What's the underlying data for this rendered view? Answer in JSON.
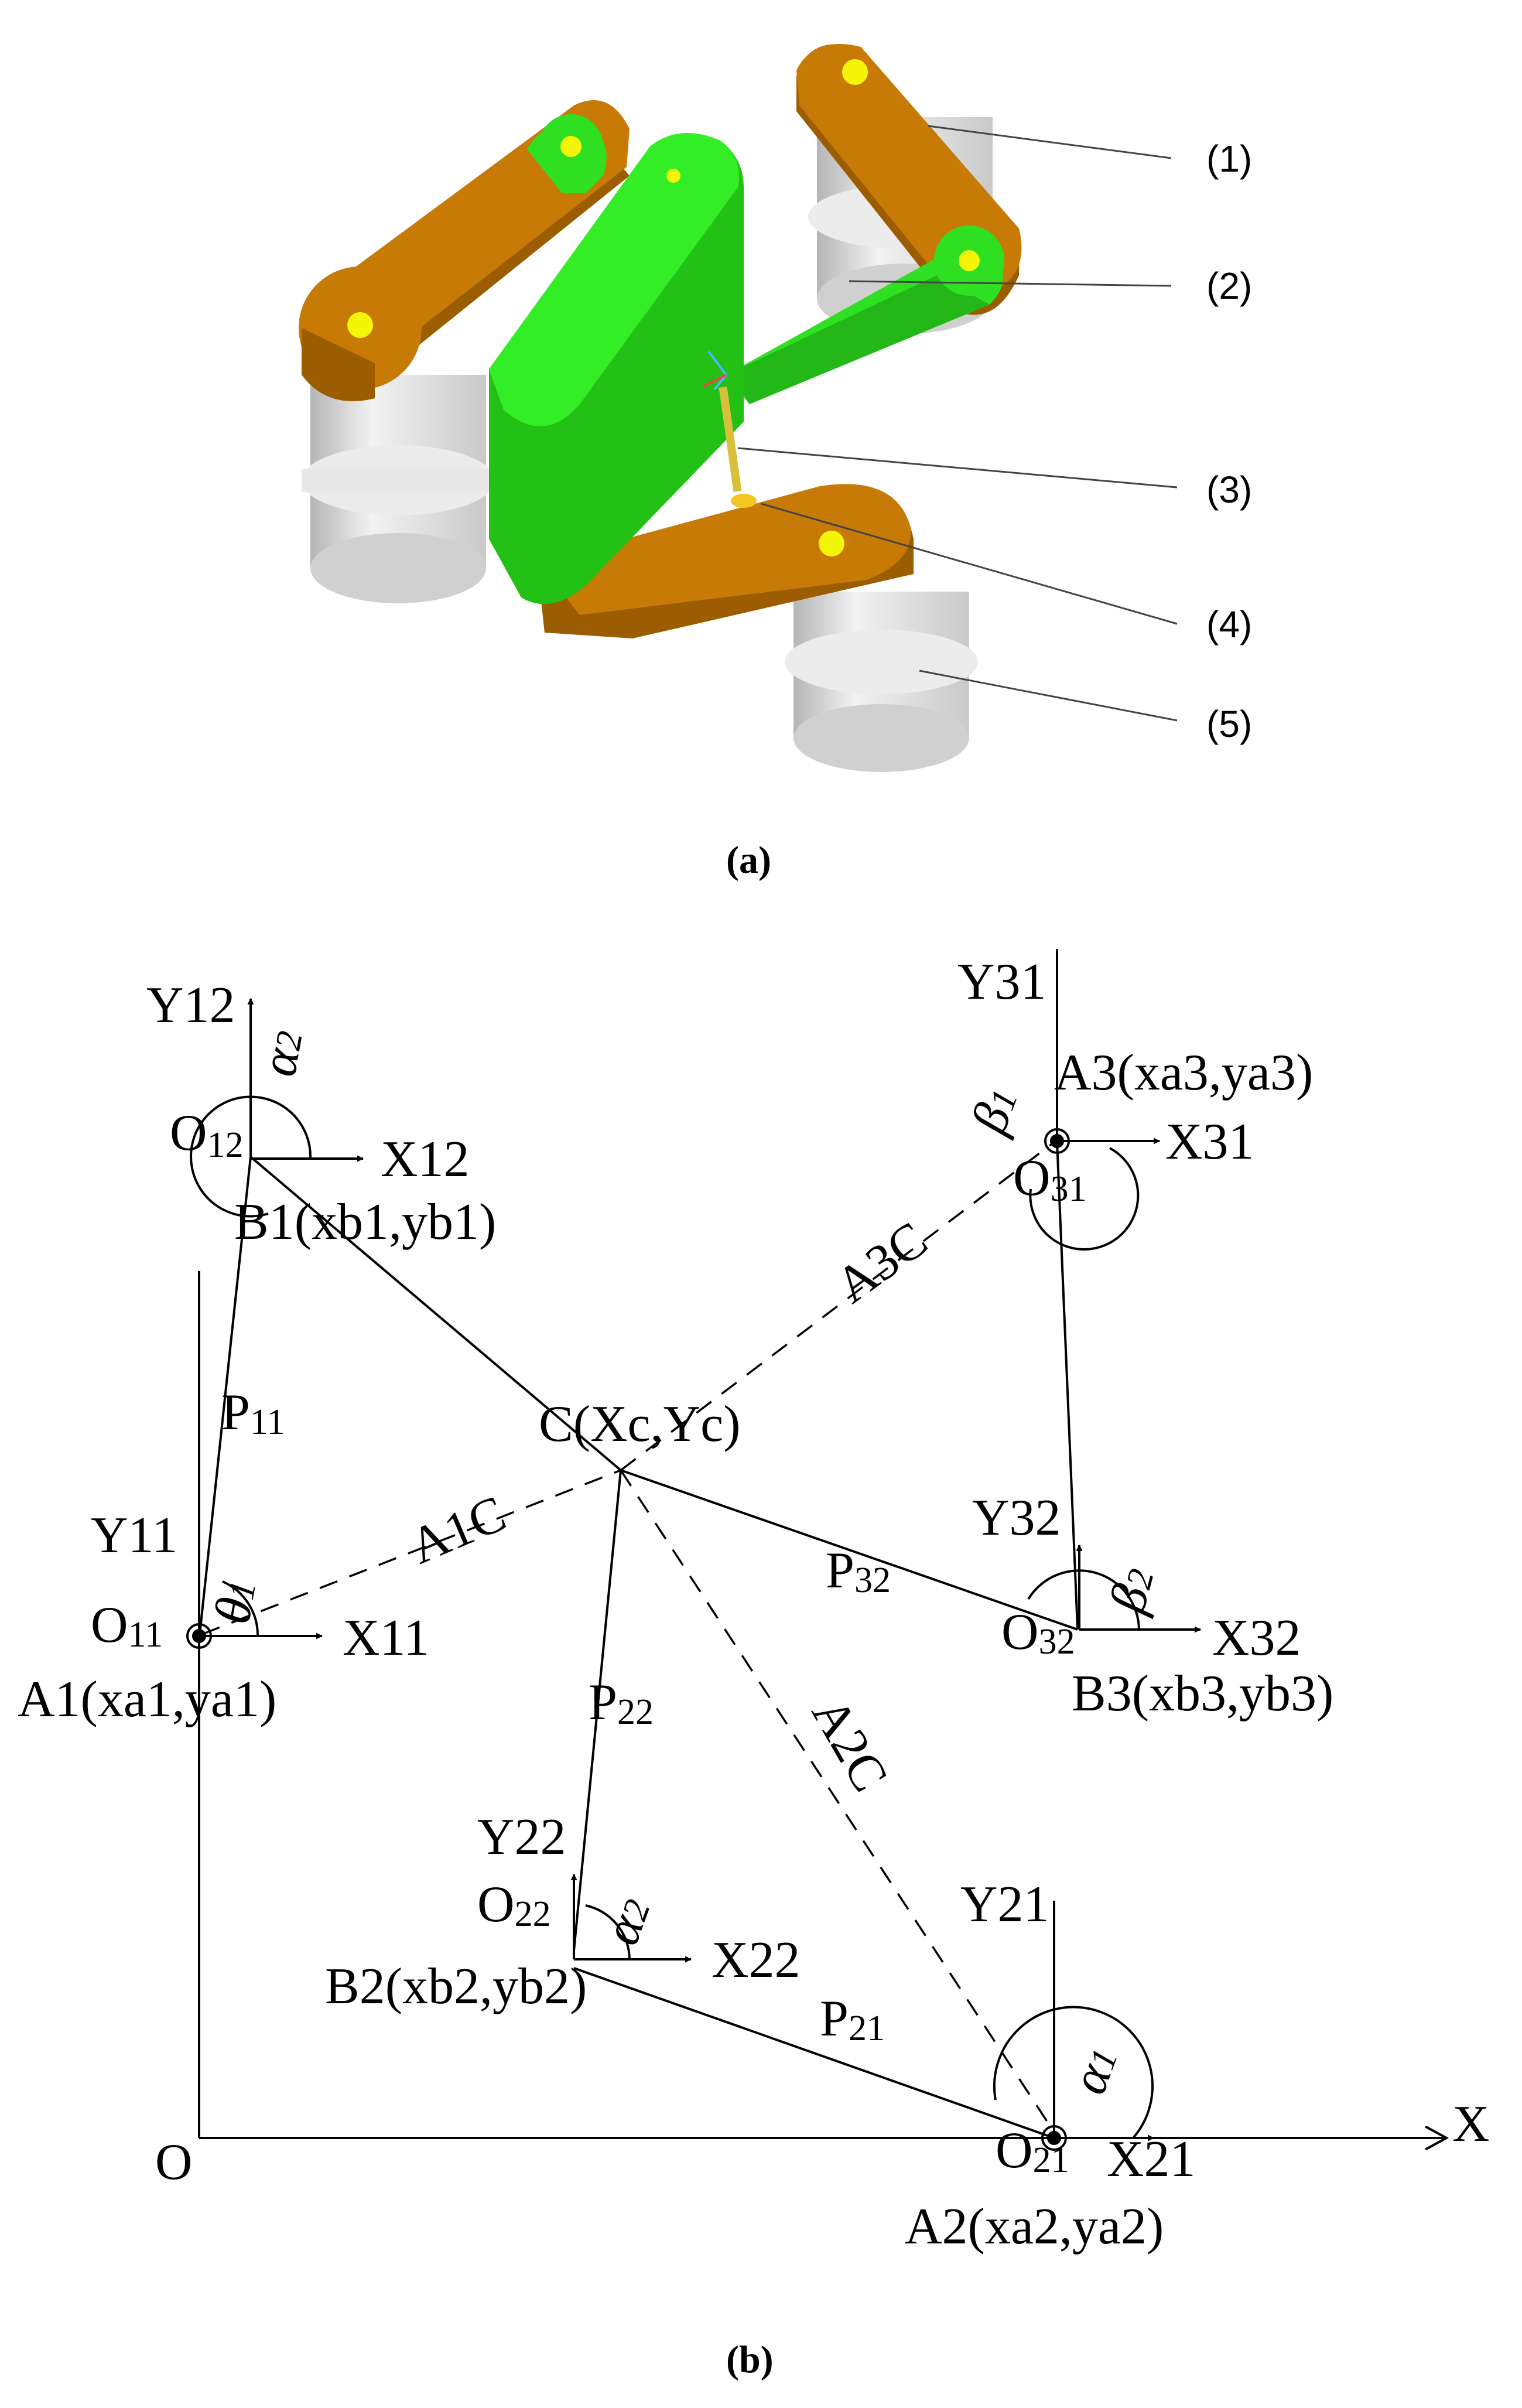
{
  "panel_a": {
    "caption": "(a)",
    "callouts": [
      "(1)",
      "(2)",
      "(3)",
      "(4)",
      "(5)"
    ],
    "colors": {
      "arm": "#c77a06",
      "platform": "#2ee021",
      "base": "#dcdcdc",
      "joint": "#f5f50a"
    }
  },
  "panel_b": {
    "caption": "(b)",
    "origin": "O",
    "x_axis": "X",
    "frames": {
      "f12": {
        "x": "X12",
        "y": "Y12",
        "o": "O",
        "o_sub": "12"
      },
      "f11": {
        "x": "X11",
        "y": "Y11",
        "o": "O",
        "o_sub": "11"
      },
      "f31": {
        "x": "X31",
        "y": "Y31",
        "o": "O",
        "o_sub": "31"
      },
      "f32": {
        "x": "X32",
        "y": "Y32",
        "o": "O",
        "o_sub": "32"
      },
      "f22": {
        "x": "X22",
        "y": "Y22",
        "o": "O",
        "o_sub": "22"
      },
      "f21": {
        "x": "X21",
        "y": "Y21",
        "o": "O",
        "o_sub": "21"
      }
    },
    "points": {
      "b1": "B1(xb1,yb1)",
      "a1": "A1(xa1,ya1)",
      "a3": "A3(xa3,ya3)",
      "b3": "B3(xb3,yb3)",
      "b2": "B2(xb2,yb2)",
      "a2": "A2(xa2,ya2)",
      "c": "C(Xc,Yc)"
    },
    "links": {
      "p11": {
        "main": "P",
        "sub": "11"
      },
      "p32": {
        "main": "P",
        "sub": "32"
      },
      "p22": {
        "main": "P",
        "sub": "22"
      },
      "p21": {
        "main": "P",
        "sub": "21"
      }
    },
    "dashed": {
      "a1c": "A1C",
      "a3c": "A3C",
      "a2c": "A2C"
    },
    "angles": {
      "alpha2_f12": {
        "main": "α",
        "sub": "2"
      },
      "theta1": {
        "main": "θ",
        "sub": "1"
      },
      "beta1": {
        "main": "β",
        "sub": "1"
      },
      "beta2": {
        "main": "β",
        "sub": "2"
      },
      "alpha2_f22": {
        "main": "α",
        "sub": "2"
      },
      "alpha1": {
        "main": "α",
        "sub": "1"
      }
    }
  }
}
